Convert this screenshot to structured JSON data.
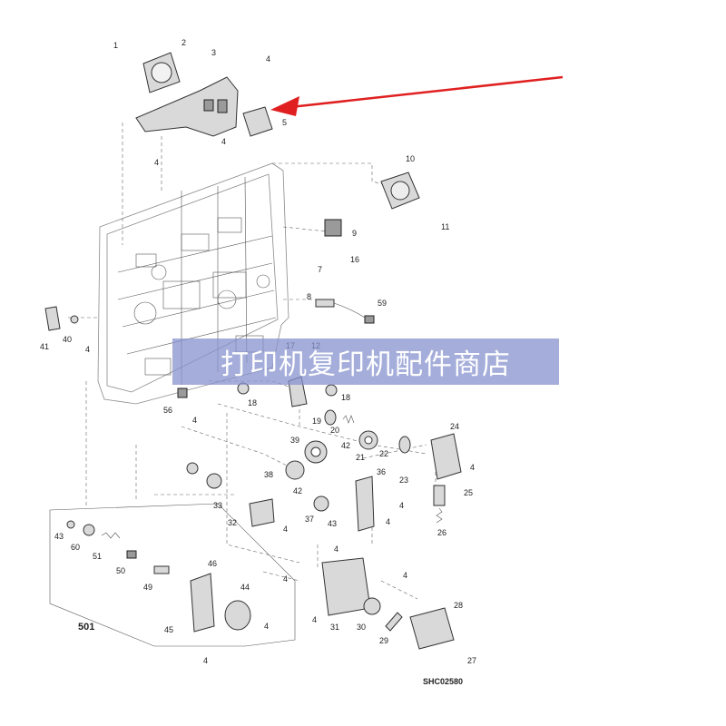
{
  "diagram": {
    "drawing_code": "SHC02580",
    "watermark": "打印机复印机配件商店",
    "callouts": [
      "1",
      "2",
      "3",
      "4",
      "5",
      "7",
      "8",
      "9",
      "10",
      "11",
      "12",
      "16",
      "17",
      "18",
      "19",
      "20",
      "21",
      "22",
      "23",
      "24",
      "25",
      "26",
      "27",
      "28",
      "29",
      "30",
      "31",
      "32",
      "33",
      "36",
      "37",
      "38",
      "39",
      "40",
      "41",
      "42",
      "43",
      "44",
      "45",
      "46",
      "49",
      "50",
      "51",
      "56",
      "59",
      "60",
      "501"
    ],
    "arrow_color": "#e02020",
    "watermark_color": "#8791cd"
  }
}
